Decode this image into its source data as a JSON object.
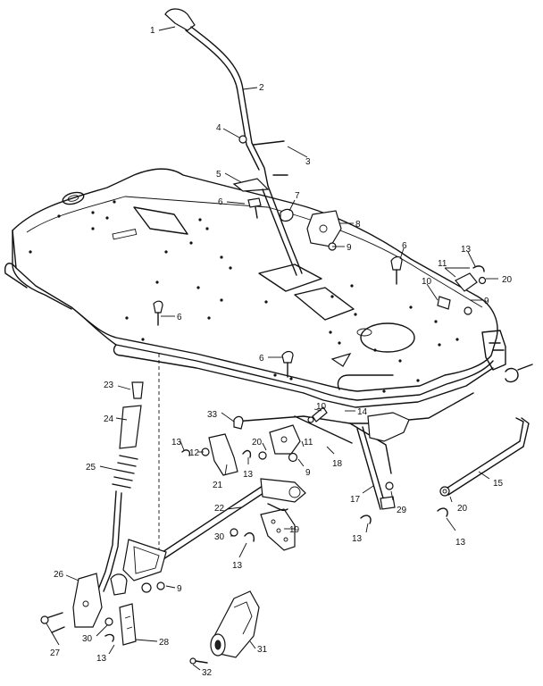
{
  "diagram": {
    "callouts": [
      "1",
      "2",
      "3",
      "4",
      "5",
      "6",
      "7",
      "8",
      "9",
      "6",
      "13",
      "11",
      "20",
      "10",
      "9",
      "6",
      "6",
      "23",
      "14",
      "10",
      "33",
      "24",
      "13",
      "20",
      "11",
      "12",
      "21",
      "13",
      "9",
      "18",
      "25",
      "17",
      "29",
      "15",
      "20",
      "22",
      "13",
      "13",
      "30",
      "19",
      "13",
      "26",
      "9",
      "27",
      "30",
      "28",
      "13",
      "31",
      "32"
    ]
  }
}
